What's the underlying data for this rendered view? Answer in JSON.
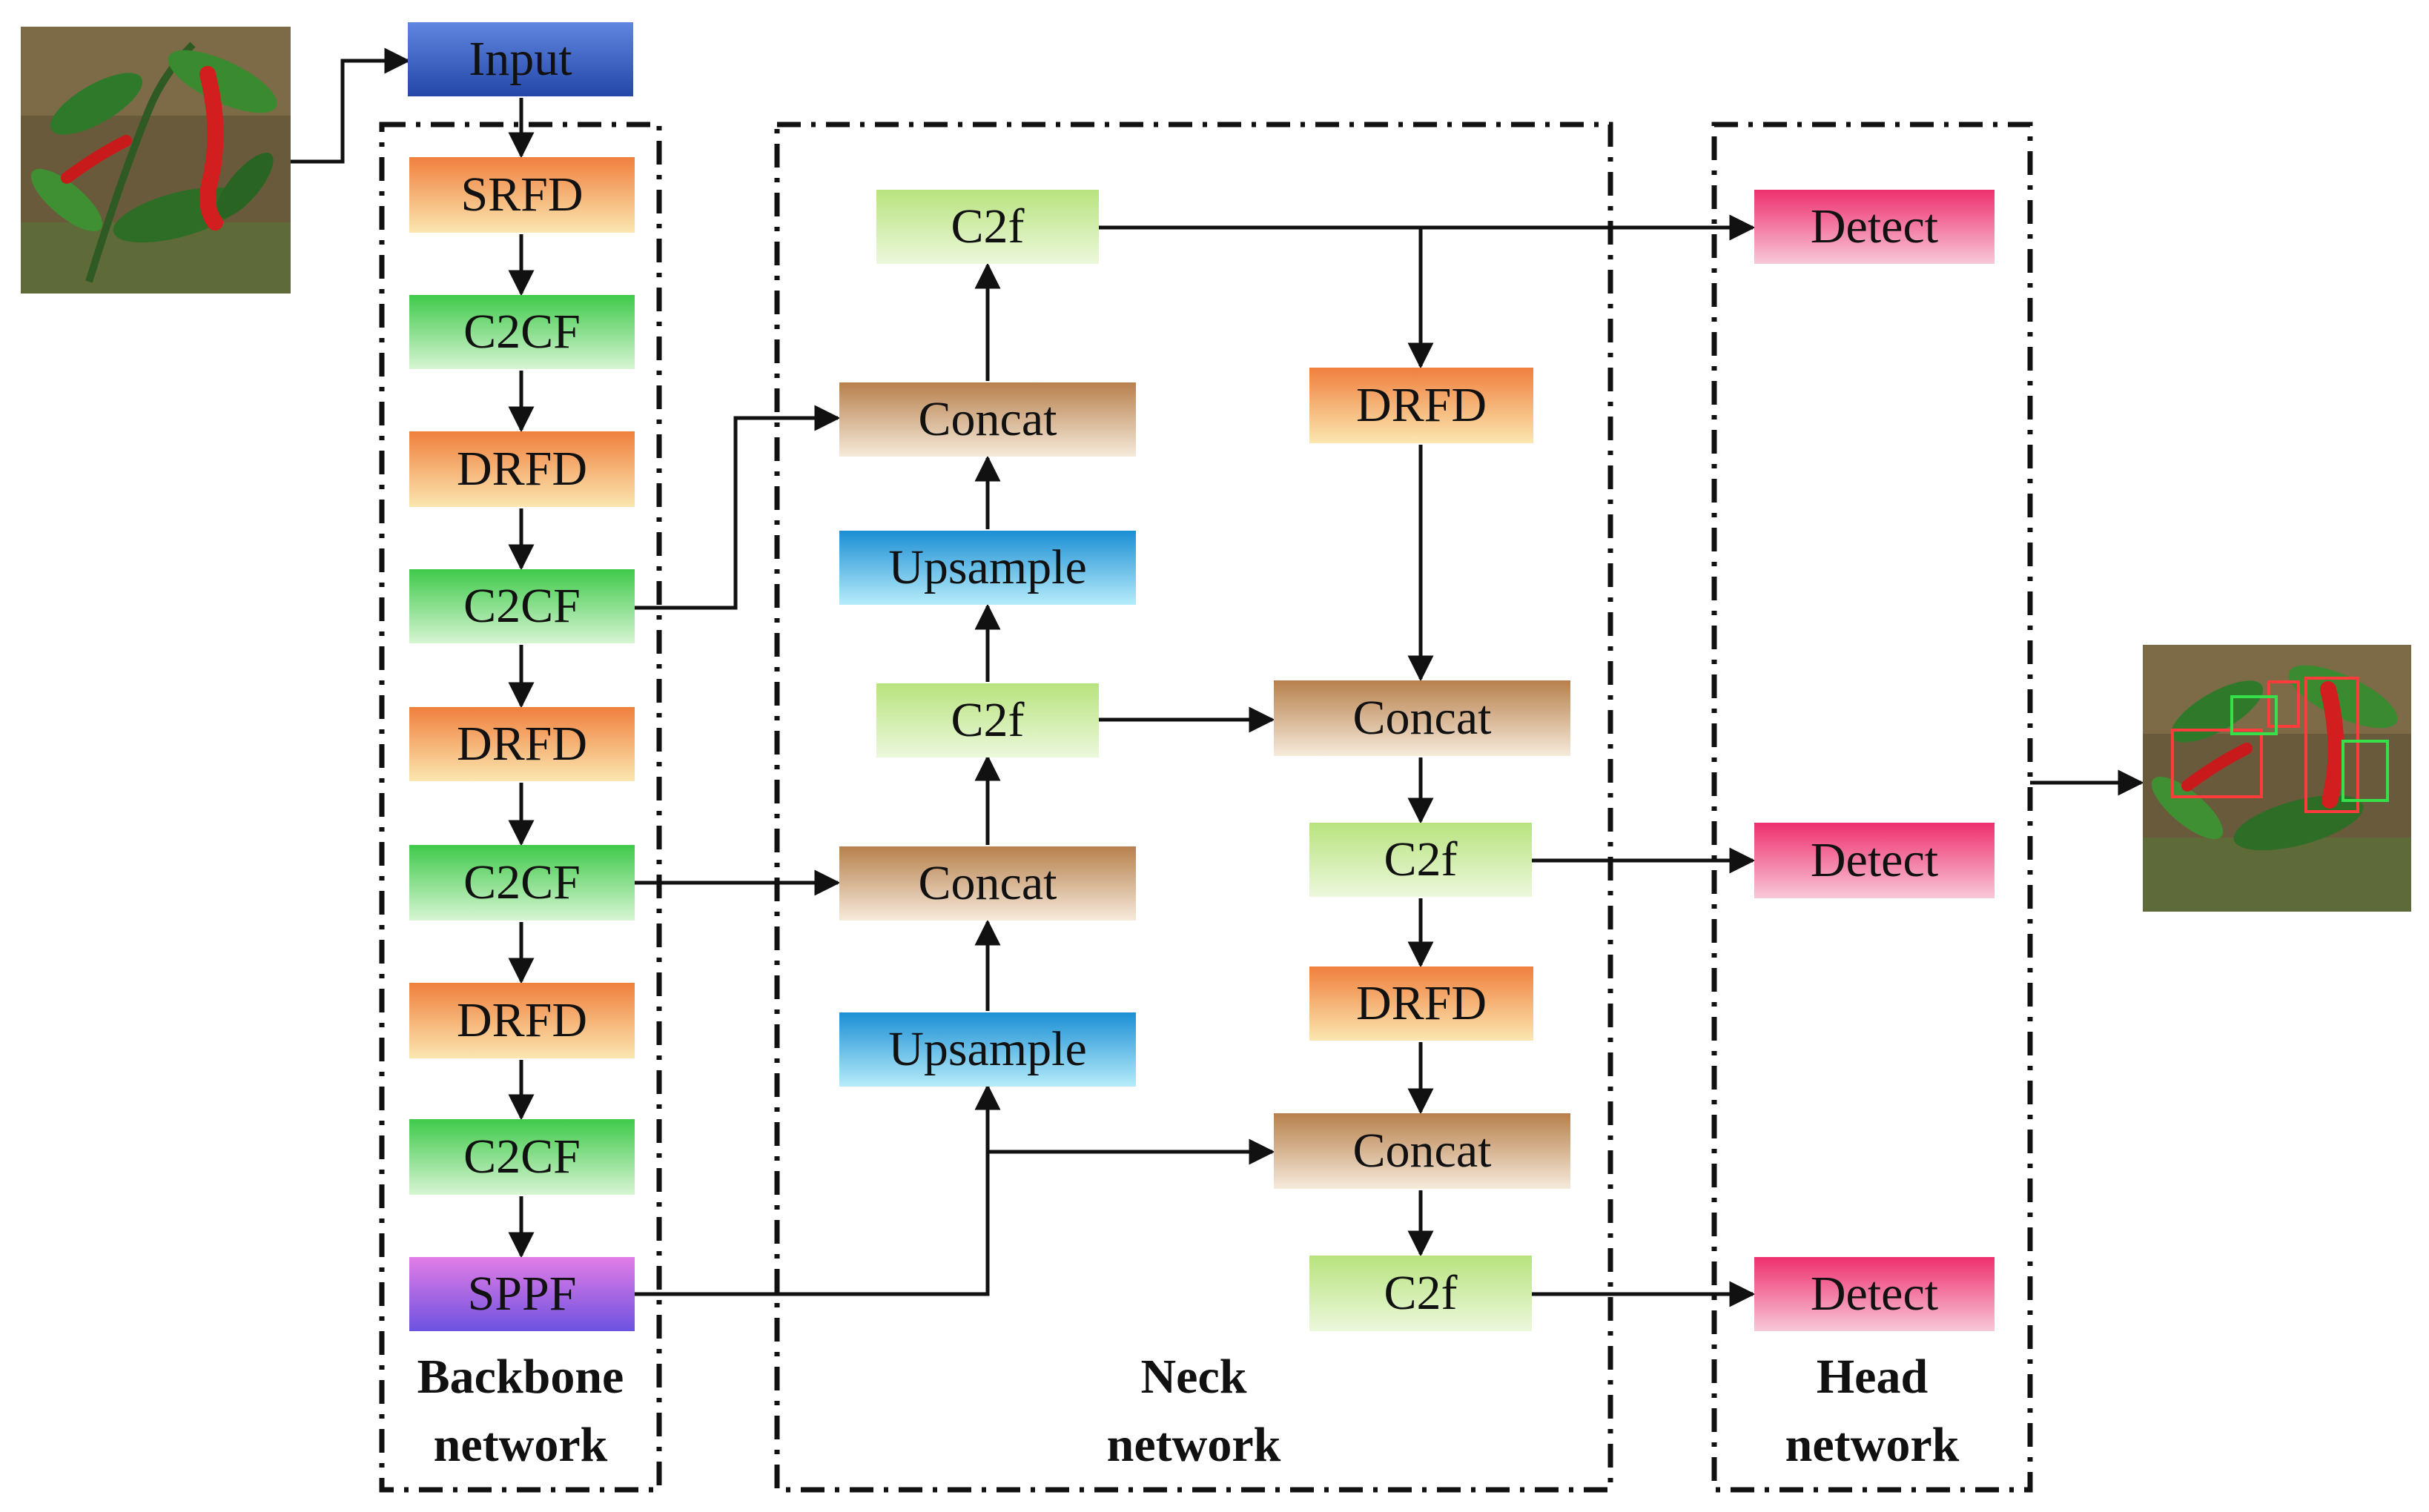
{
  "colors": {
    "input": [
      "#5f86e0",
      "#2447a8"
    ],
    "orange": [
      "#f07f3d",
      "#fbe7b0"
    ],
    "green": [
      "#3fc94a",
      "#d7f5d3"
    ],
    "purple": [
      "#e27de6",
      "#6d52e0"
    ],
    "lime": [
      "#b8e37e",
      "#ecf8dc"
    ],
    "tan": [
      "#b7804c",
      "#f6eadb"
    ],
    "blue": [
      "#1b8fd4",
      "#b6ecfa"
    ],
    "pink": [
      "#ee2f6e",
      "#f8c8d8"
    ],
    "arrow": "#111111",
    "box_border": "#111111"
  },
  "groups": [
    {
      "id": "backbone",
      "line1": "Backbone",
      "line2": "network"
    },
    {
      "id": "neck",
      "line1": "Neck",
      "line2": "network"
    },
    {
      "id": "head",
      "line1": "Head",
      "line2": "network"
    }
  ],
  "blocks": [
    {
      "id": "input",
      "label": "Input",
      "style": "input"
    },
    {
      "id": "b-srfd",
      "label": "SRFD",
      "style": "orange"
    },
    {
      "id": "b-c2cf-1",
      "label": "C2CF",
      "style": "green"
    },
    {
      "id": "b-drfd-1",
      "label": "DRFD",
      "style": "orange"
    },
    {
      "id": "b-c2cf-2",
      "label": "C2CF",
      "style": "green"
    },
    {
      "id": "b-drfd-2",
      "label": "DRFD",
      "style": "orange"
    },
    {
      "id": "b-c2cf-3",
      "label": "C2CF",
      "style": "green"
    },
    {
      "id": "b-drfd-3",
      "label": "DRFD",
      "style": "orange"
    },
    {
      "id": "b-c2cf-4",
      "label": "C2CF",
      "style": "green"
    },
    {
      "id": "b-sppf",
      "label": "SPPF",
      "style": "purple"
    },
    {
      "id": "n-c2f-top",
      "label": "C2f",
      "style": "lime"
    },
    {
      "id": "n-concat-1",
      "label": "Concat",
      "style": "tan"
    },
    {
      "id": "n-upsample-1",
      "label": "Upsample",
      "style": "blue"
    },
    {
      "id": "n-c2f-mid",
      "label": "C2f",
      "style": "lime"
    },
    {
      "id": "n-concat-2",
      "label": "Concat",
      "style": "tan"
    },
    {
      "id": "n-upsample-2",
      "label": "Upsample",
      "style": "blue"
    },
    {
      "id": "n-drfd-top",
      "label": "DRFD",
      "style": "orange"
    },
    {
      "id": "n-concat-3",
      "label": "Concat",
      "style": "tan"
    },
    {
      "id": "n-c2f-r2",
      "label": "C2f",
      "style": "lime"
    },
    {
      "id": "n-drfd-bot",
      "label": "DRFD",
      "style": "orange"
    },
    {
      "id": "n-concat-4",
      "label": "Concat",
      "style": "tan"
    },
    {
      "id": "n-c2f-r3",
      "label": "C2f",
      "style": "lime"
    },
    {
      "id": "h-detect-1",
      "label": "Detect",
      "style": "pink"
    },
    {
      "id": "h-detect-2",
      "label": "Detect",
      "style": "pink"
    },
    {
      "id": "h-detect-3",
      "label": "Detect",
      "style": "pink"
    }
  ],
  "images": [
    {
      "id": "input-photo",
      "description_icon": "chili-pepper-photo"
    },
    {
      "id": "output-photo",
      "description_icon": "chili-pepper-detection-photo"
    }
  ]
}
